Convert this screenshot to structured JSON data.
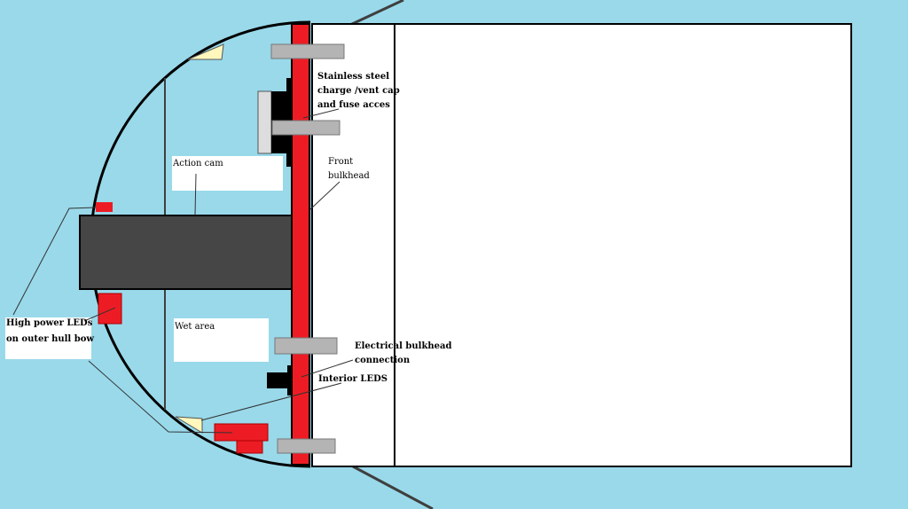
{
  "title": "Hull bow layout diagram",
  "colors": {
    "water": "#99d9ea",
    "bulkhead": "#ed1c24",
    "camera": "#464646",
    "bolt": "#b4b4b4",
    "led_yellow": "#fff7bc"
  },
  "labels": {
    "stainless_line1": "Stainless steel",
    "stainless_line2": "charge /vent cap",
    "stainless_line3": "and fuse acces",
    "front_line1": "Front",
    "front_line2": "bulkhead",
    "action_cam": "Action cam",
    "wet_area": "Wet area",
    "hp_line1": "High power LEDs",
    "hp_line2": "on outer hull bow",
    "elec_line1": "Electrical bulkhead",
    "elec_line2": "connection",
    "interior_leds": "Interior LEDS"
  }
}
